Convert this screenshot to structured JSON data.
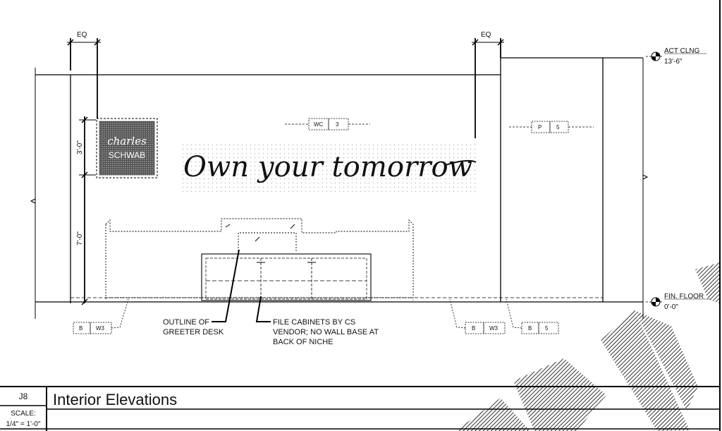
{
  "dimensions": {
    "eq_left": "EQ",
    "eq_right": "EQ",
    "dim_3ft": "3'-0\"",
    "dim_7ft": "7'-0\""
  },
  "levels": {
    "ceiling_label": "ACT CLNG",
    "ceiling_value": "13'-6\"",
    "floor_label": "FIN. FLOOR",
    "floor_value": "0'-0\""
  },
  "graphics": {
    "wall_script": "Own your tomorrow",
    "logo_line1": "charles",
    "logo_line2": "SCHWAB"
  },
  "tags": {
    "wall_covering": [
      "WC",
      "3"
    ],
    "paint": [
      "P",
      "5"
    ],
    "base_left": [
      "B",
      "W3"
    ],
    "base_mid": [
      "B",
      "W3"
    ],
    "base_right": [
      "B",
      "5"
    ]
  },
  "notes": {
    "greeter_desk_1": "OUTLINE OF",
    "greeter_desk_2": "GREETER DESK",
    "file_cab_1": "FILE CABINETS BY CS",
    "file_cab_2": "VENDOR; NO WALL BASE AT",
    "file_cab_3": "BACK OF NICHE"
  },
  "title_block": {
    "drawing_number": "J8",
    "title": "Interior Elevations",
    "scale_label": "SCALE:",
    "scale_value": "1/4\" = 1'-0\""
  }
}
